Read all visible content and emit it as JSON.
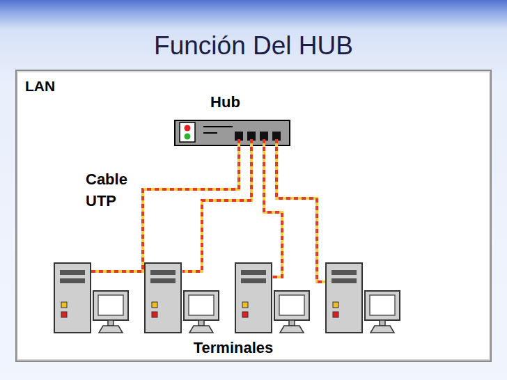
{
  "diagram": {
    "title": "Función Del HUB",
    "nodes": [
      {
        "text": [
          "LAN"
        ]
      },
      {
        "text": [
          "Hub"
        ],
        "in": 0
      }
    ],
    "labels": [
      "Cable UTP",
      "Terminales"
    ]
  }
}
